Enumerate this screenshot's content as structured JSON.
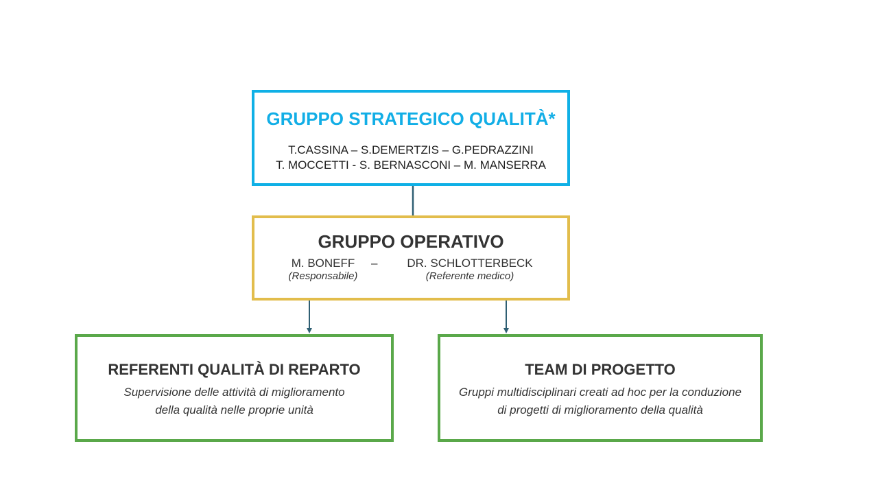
{
  "strategic": {
    "title": "GRUPPO STRATEGICO QUALITÀ*",
    "members": [
      "T.CASSINA – S.DEMERTZIS – G.PEDRAZZINI",
      "T. MOCCETTI - S. BERNASCONI – M. MANSERRA"
    ],
    "border_color": "#0fb0e6"
  },
  "operative": {
    "title": "GRUPPO OPERATIVO",
    "separator": "–",
    "people": [
      {
        "name": "M. BONEFF",
        "role": "(Responsabile)"
      },
      {
        "name": "DR. SCHLOTTERBECK",
        "role": "(Referente medico)"
      }
    ],
    "border_color": "#e2bd4c"
  },
  "referenti": {
    "title": "REFERENTI QUALITÀ DI REPARTO",
    "description": [
      "Supervisione delle attività di miglioramento",
      "della qualità nelle proprie unità"
    ],
    "border_color": "#5aa84a"
  },
  "team": {
    "title": "TEAM DI PROGETTO",
    "description": [
      "Gruppi multidisciplinari creati ad hoc per la conduzione",
      "di progetti di miglioramento della qualità"
    ],
    "border_color": "#5aa84a"
  },
  "connector_color": "#2f5f73"
}
